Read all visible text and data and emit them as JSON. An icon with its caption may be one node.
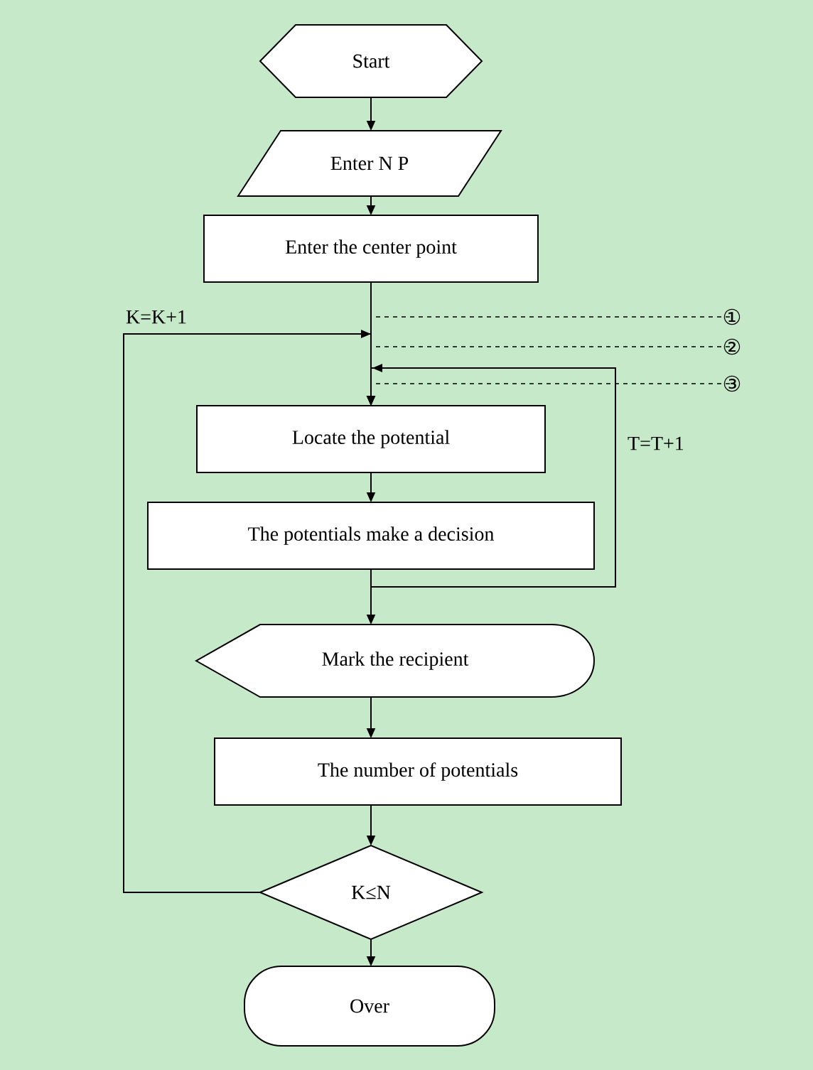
{
  "diagram": {
    "nodes": [
      {
        "text": [
          "Start"
        ]
      },
      {
        "text": [
          "Enter N P"
        ]
      },
      {
        "text": [
          "Enter the center point"
        ]
      },
      {
        "text": [
          "①"
        ]
      },
      {
        "text": [
          "②"
        ]
      },
      {
        "text": [
          "③"
        ]
      },
      {
        "text": [
          "Locate the potential"
        ]
      },
      {
        "text": [
          "The potentials make a decision"
        ]
      },
      {
        "text": [
          "Mark the recipient"
        ]
      },
      {
        "text": [
          "The number of potentials"
        ]
      },
      {
        "text": [
          "K≤N"
        ]
      },
      {
        "text": [
          "Over"
        ]
      }
    ],
    "edges": [
      {
        "from": 0,
        "to": 1,
        "arrow": "to"
      },
      {
        "from": 1,
        "to": 2,
        "arrow": "to"
      },
      {
        "from": 2,
        "to": 6,
        "arrow": "to"
      },
      {
        "from": 3,
        "to": null,
        "arrow": "none",
        "style": "dashed"
      },
      {
        "from": 4,
        "to": null,
        "arrow": "none",
        "style": "dashed"
      },
      {
        "from": 5,
        "to": null,
        "arrow": "none",
        "style": "dashed"
      },
      {
        "from": 6,
        "to": 7,
        "arrow": "to"
      },
      {
        "from": 7,
        "to": 8,
        "arrow": "to"
      },
      {
        "from": 7,
        "to": 6,
        "arrow": "to",
        "label": "T=T+1"
      },
      {
        "from": 8,
        "to": 9,
        "arrow": "to"
      },
      {
        "from": 9,
        "to": 10,
        "arrow": "to"
      },
      {
        "from": 10,
        "to": 11,
        "arrow": "to"
      },
      {
        "from": 10,
        "to": 6,
        "arrow": "to",
        "label": "K=K+1"
      }
    ]
  }
}
